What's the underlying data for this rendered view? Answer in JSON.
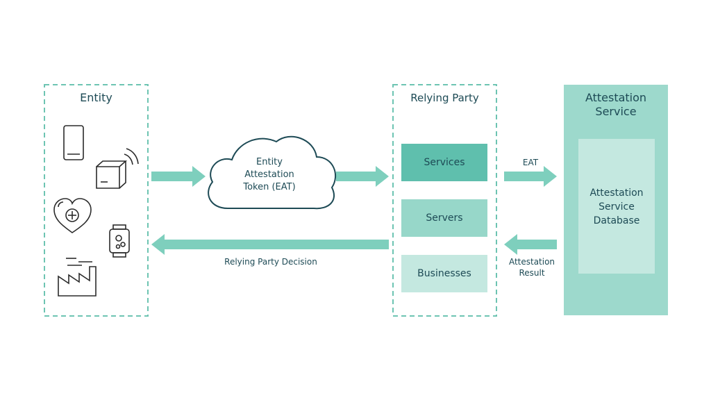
{
  "entity": {
    "title": "Entity",
    "icons": [
      "phone-icon",
      "package-wireless-icon",
      "heart-health-icon",
      "smartwatch-icon",
      "factory-icon"
    ]
  },
  "cloud": {
    "line1": "Entity",
    "line2": "Attestation",
    "line3": "Token (EAT)"
  },
  "relying_party": {
    "title": "Relying Party",
    "items": [
      {
        "label": "Services",
        "color": "#5fbfad"
      },
      {
        "label": "Servers",
        "color": "#97d7c9"
      },
      {
        "label": "Businesses",
        "color": "#c4e8e0"
      }
    ]
  },
  "attestation_service": {
    "title_line1": "Attestation",
    "title_line2": "Service",
    "database_line1": "Attestation",
    "database_line2": "Service",
    "database_line3": "Database"
  },
  "arrows": {
    "eat_label": "EAT",
    "result_line1": "Attestation",
    "result_line2": "Result",
    "decision_label": "Relying Party Decision"
  },
  "colors": {
    "accent": "#7ecfbd",
    "dashed": "#6dc4b2",
    "text": "#1d4a55",
    "service_bg": "#9dd9cc",
    "database_bg": "#c4e8e0"
  }
}
